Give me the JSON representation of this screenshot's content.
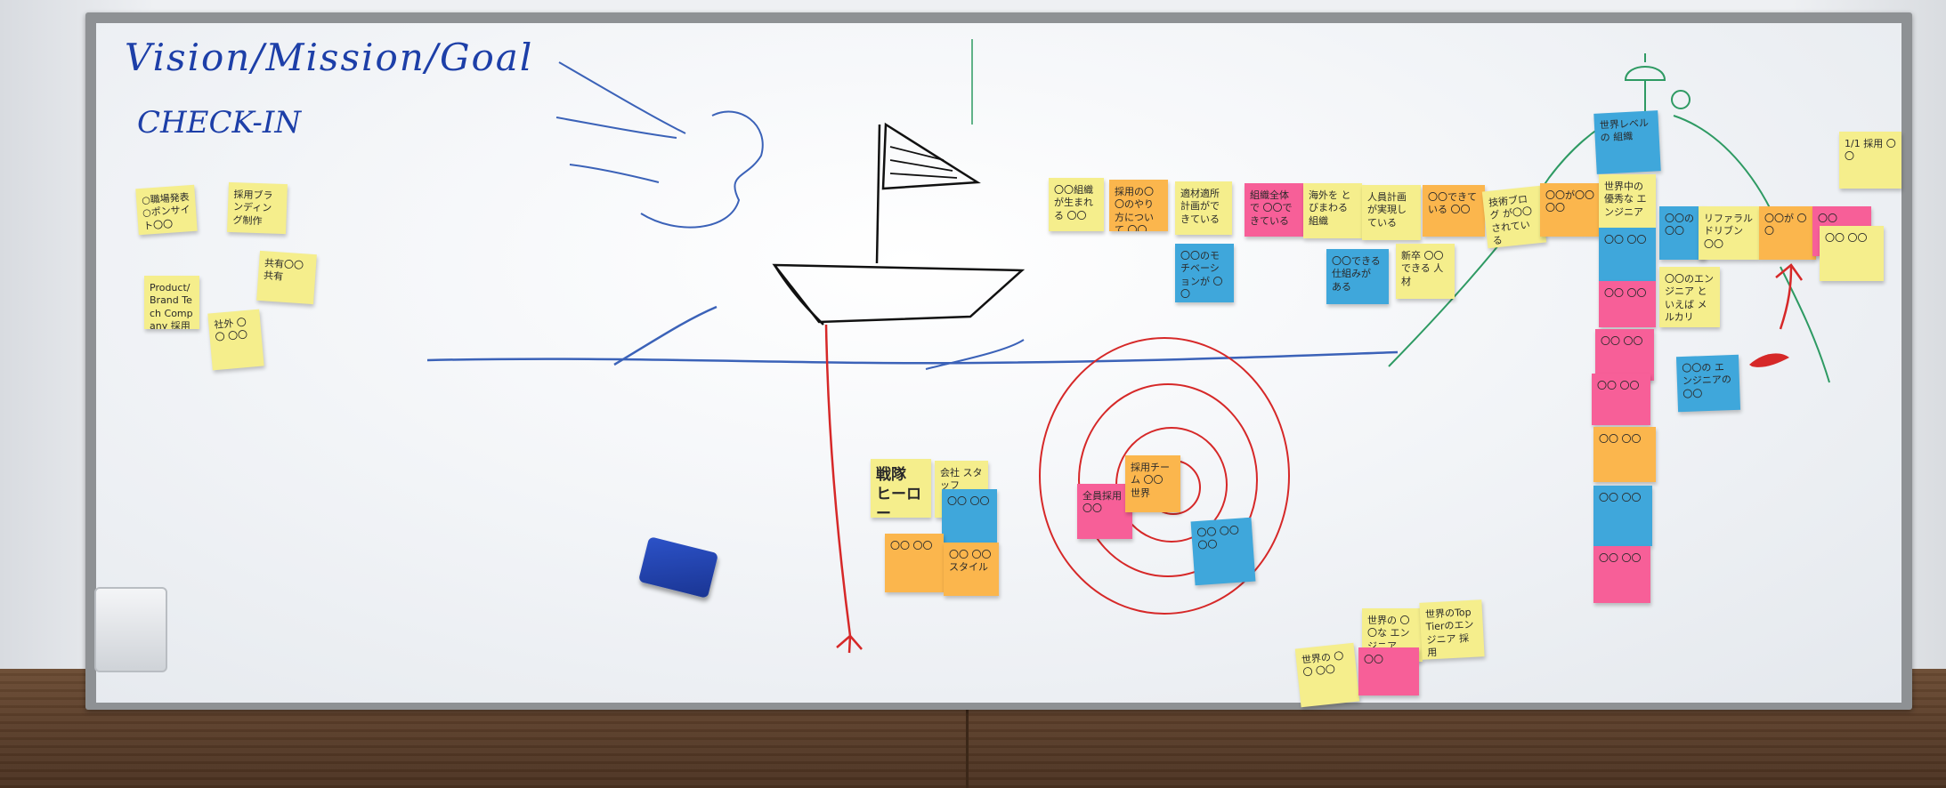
{
  "board": {
    "title": "Vision/Mission/Goal",
    "subtitle": "CHECK-IN"
  },
  "notes": {
    "left": [
      "○職場発表○ポンサイト〇〇",
      "採用ブランディング制作",
      "Product/Brand Tech Company 採用",
      "共有〇〇共有",
      "社外 〇〇 〇〇"
    ],
    "top_row": [
      "〇〇組織が生まれる 〇〇",
      "採用の〇〇のやり方について 〇〇",
      "適材適所 計画ができている",
      "組織全体で 〇〇できている",
      "海外を とびまわる 組織",
      "人員計画 が実現している",
      "〇〇できている 〇〇",
      "技術ブログ が〇〇されている",
      "〇〇が〇〇 〇〇"
    ],
    "top_below": [
      "〇〇のモチベーションが 〇〇",
      "〇〇できる 仕組みが ある",
      "新卒 〇〇できる 人材"
    ],
    "right": [
      "世界レベルの 組織",
      "世界中の 優秀な エンジニア",
      "〇〇の 〇〇",
      "〇〇 〇〇",
      "リファラル ドリブン 〇〇",
      "〇〇が 〇〇",
      "〇〇",
      "1/1 採用 〇〇",
      "〇〇 〇〇",
      "〇〇のエンジニア といえば メルカリ",
      "〇〇の エンジニアの 〇〇",
      "〇〇 〇〇",
      "〇〇 〇〇",
      "〇〇 〇〇",
      "〇〇 〇〇",
      "〇〇 〇〇",
      "〇〇 〇〇"
    ],
    "center": [
      "戦隊 ヒーロー",
      "会社 スタッフ",
      "〇〇 〇〇",
      "〇〇 〇〇 スタイル",
      "全員採用 〇〇",
      "採用チーム 〇〇 世界",
      "〇〇 〇〇 〇〇"
    ],
    "bottom": [
      "世界の 〇〇 〇〇",
      "世界の 〇〇な エンジニア",
      "世界のTopTierのエンジニア 採用",
      "〇〇"
    ]
  }
}
